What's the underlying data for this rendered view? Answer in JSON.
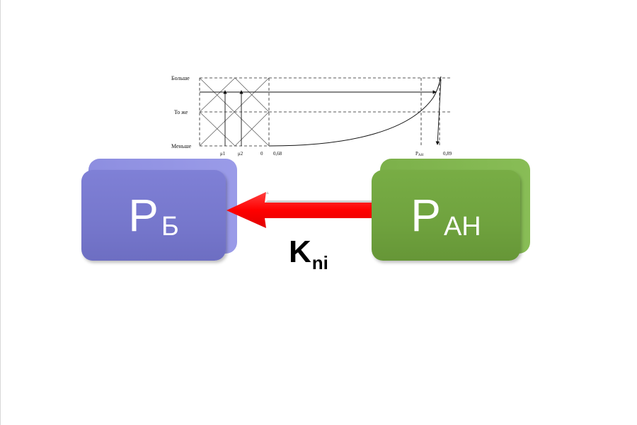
{
  "graph": {
    "y_labels": [
      "Больше",
      "То же",
      "Меньше"
    ],
    "x_labels": {
      "mu1": "μ1",
      "mu2": "μ2",
      "zero": "0",
      "v068": "0,68",
      "pan": "P",
      "pan_sub": "АН",
      "v089": "0,89"
    }
  },
  "boxes": {
    "pb": {
      "letter": "P",
      "sub": "Б",
      "color": "#7677cc"
    },
    "pan": {
      "letter": "P",
      "sub": "АН",
      "color": "#6fa23e"
    }
  },
  "arrow": {
    "color": "#ff0000"
  },
  "coef": {
    "main": "K",
    "sub": "ni"
  }
}
